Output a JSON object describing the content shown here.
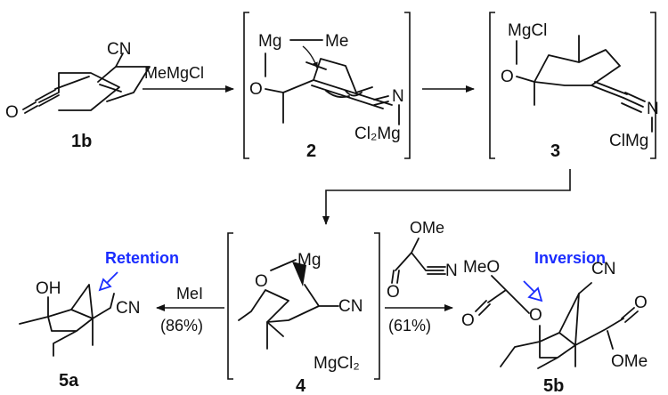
{
  "colors": {
    "ink": "#111111",
    "callout": "#1a2cff"
  },
  "compounds": {
    "c1b": {
      "label": "1b",
      "atoms": {
        "cn": "CN",
        "o": "O"
      }
    },
    "c2": {
      "label": "2",
      "atoms": {
        "mg": "Mg",
        "me": "Me",
        "o": "O",
        "n": "N",
        "mgcl2": "Cl₂Mg"
      }
    },
    "c3": {
      "label": "3",
      "atoms": {
        "mgcl": "MgCl",
        "o": "O",
        "n": "N",
        "clmg": "ClMg"
      }
    },
    "c4": {
      "label": "4",
      "atoms": {
        "mg": "Mg",
        "o": "O",
        "cn": "CN",
        "mgcl2": "MgCl₂"
      }
    },
    "c5a": {
      "label": "5a",
      "atoms": {
        "oh": "OH",
        "cn": "CN"
      }
    },
    "c5b": {
      "label": "5b",
      "atoms": {
        "meo": "MeO",
        "o_carbonate": "O",
        "o_ring": "O",
        "cn": "CN",
        "o_ester": "O",
        "ome": "OMe"
      }
    }
  },
  "reagents": {
    "step1": "MeMgCl",
    "mei": "MeI",
    "mei_yield": "(86%)",
    "cyanoformate_ome": "OMe",
    "cyanoformate_o": "O",
    "cyanoformate_n": "N",
    "cyanoformate_yield": "(61%)"
  },
  "callouts": {
    "retention": "Retention",
    "inversion": "Inversion"
  }
}
